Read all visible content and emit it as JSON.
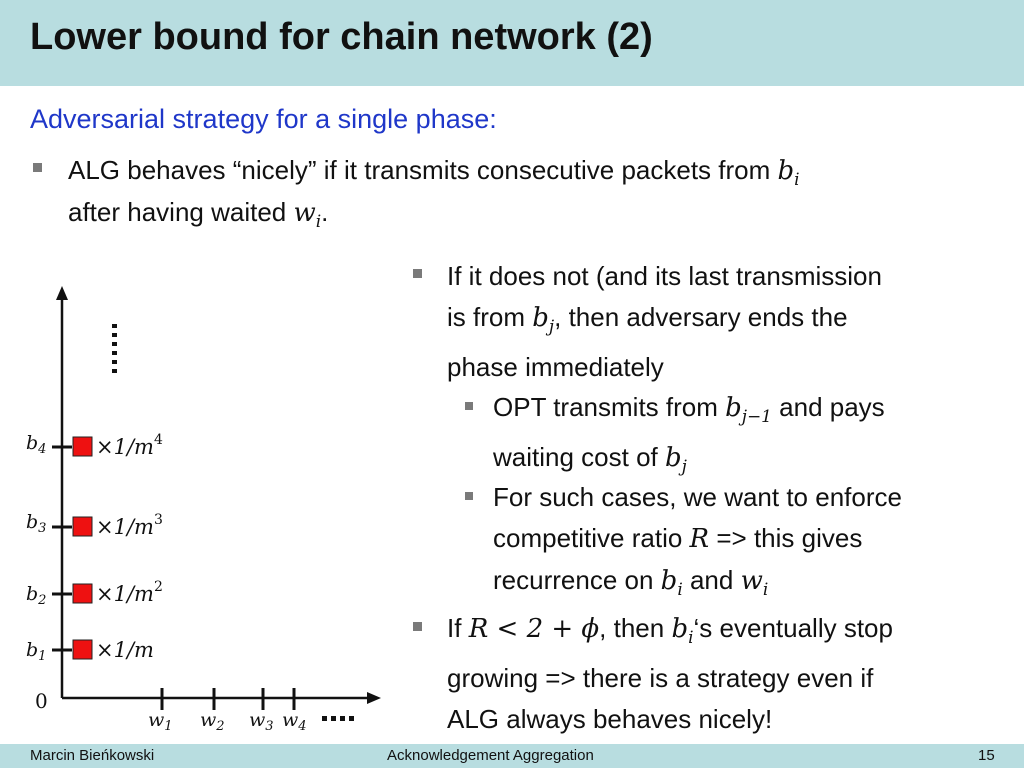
{
  "title": "Lower bound for chain network (2)",
  "subtitle": "Adversarial strategy for a single phase:",
  "bullet1": {
    "line1_text": "ALG behaves “nicely” if it transmits consecutive packets from",
    "line1_math": "b",
    "line1_math_sub": "i",
    "line2_text": "after having waited",
    "line2_math": "w",
    "line2_math_sub": "i",
    "line2_end": "."
  },
  "bullet2": {
    "l1": "If it does not (and its last transmission",
    "l2_a": "is from",
    "l2_math": "b",
    "l2_sub": "j",
    "l2_b": ", then adversary ends the",
    "l3": "phase immediately"
  },
  "sub1": {
    "l1_a": "OPT transmits from",
    "l1_math": "b",
    "l1_sub": "j−1",
    "l1_b": "and pays",
    "l2_a": "waiting cost of",
    "l2_math": "b",
    "l2_sub": "j"
  },
  "sub2": {
    "l1": "For such cases, we want to enforce",
    "l2_a": "competitive ratio",
    "l2_math": "R",
    "l2_b": "=> this gives",
    "l3_a": "recurrence on",
    "l3_math1": "b",
    "l3_sub1": "i",
    "l3_mid": "and",
    "l3_math2": "w",
    "l3_sub2": "i"
  },
  "bullet3": {
    "l1_a": "If",
    "l1_math": "R < 2 + ϕ",
    "l1_b": ", then",
    "l1_math2": "b",
    "l1_sub2": "i",
    "l1_c": "‘s eventually stop",
    "l2": "growing => there is a strategy even if",
    "l3": "ALG always behaves nicely!"
  },
  "diagram": {
    "origin_label": "0",
    "y_labels": [
      {
        "base": "b",
        "sub": "1",
        "mult": "×1/m",
        "exp": ""
      },
      {
        "base": "b",
        "sub": "2",
        "mult": "×1/m",
        "exp": "2"
      },
      {
        "base": "b",
        "sub": "3",
        "mult": "×1/m",
        "exp": "3"
      },
      {
        "base": "b",
        "sub": "4",
        "mult": "×1/m",
        "exp": "4"
      }
    ],
    "x_labels": [
      {
        "base": "w",
        "sub": "1"
      },
      {
        "base": "w",
        "sub": "2"
      },
      {
        "base": "w",
        "sub": "3"
      },
      {
        "base": "w",
        "sub": "4"
      }
    ],
    "marker_color": "#ee1111"
  },
  "footer": {
    "author": "Marcin Bieńkowski",
    "talk": "Acknowledgement Aggregation",
    "page": "15"
  },
  "colors": {
    "header_bg": "#b8dde0",
    "subtitle": "#1f37c9"
  }
}
